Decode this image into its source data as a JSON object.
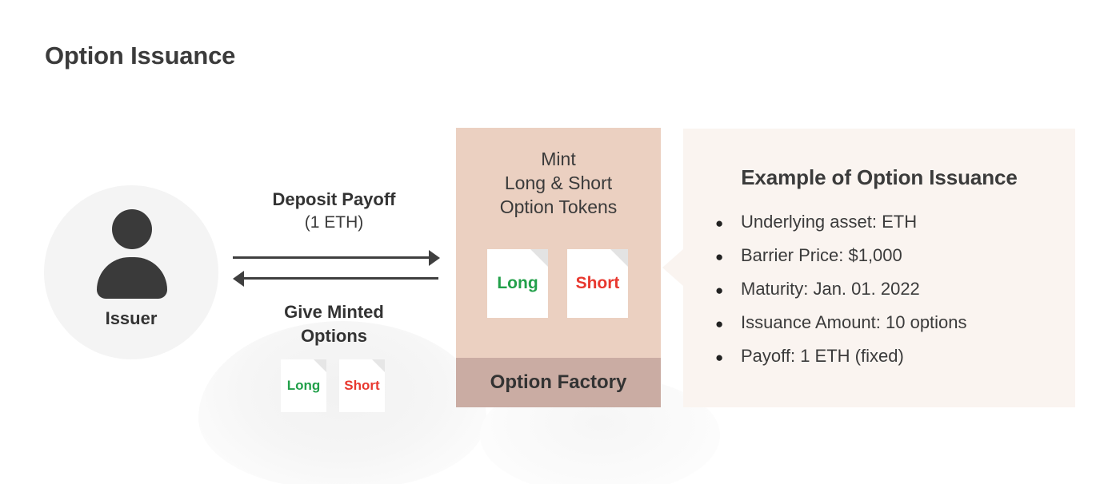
{
  "page": {
    "title": "Option Issuance"
  },
  "issuer": {
    "label": "Issuer",
    "icon": "person-icon"
  },
  "flows": {
    "deposit": {
      "label": "Deposit Payoff",
      "sublabel": "(1 ETH)",
      "direction": "right",
      "arrow_icon": "arrow-right-icon"
    },
    "give": {
      "label": "Give Minted Options",
      "label_line1": "Give Minted",
      "label_line2": "Options",
      "direction": "left",
      "arrow_icon": "arrow-left-icon"
    }
  },
  "tokens": {
    "long": {
      "label": "Long",
      "color": "#22a04a",
      "icon": "document-icon"
    },
    "short": {
      "label": "Short",
      "color": "#e8382f",
      "icon": "document-icon"
    }
  },
  "factory": {
    "caption_line1": "Mint",
    "caption_line2": "Long & Short",
    "caption_line3": "Option Tokens",
    "caption": "Mint Long & Short Option Tokens",
    "footer_label": "Option Factory",
    "body_color": "#ebd0c1",
    "footer_color": "#caaca3"
  },
  "example": {
    "title": "Example of Option Issuance",
    "background_color": "#faf4f0",
    "bullet_glyph": "●",
    "items": [
      "Underlying asset: ETH",
      "Barrier Price: $1,000",
      "Maturity: Jan. 01. 2022",
      "Issuance Amount: 10 options",
      "Payoff: 1 ETH (fixed)"
    ]
  }
}
